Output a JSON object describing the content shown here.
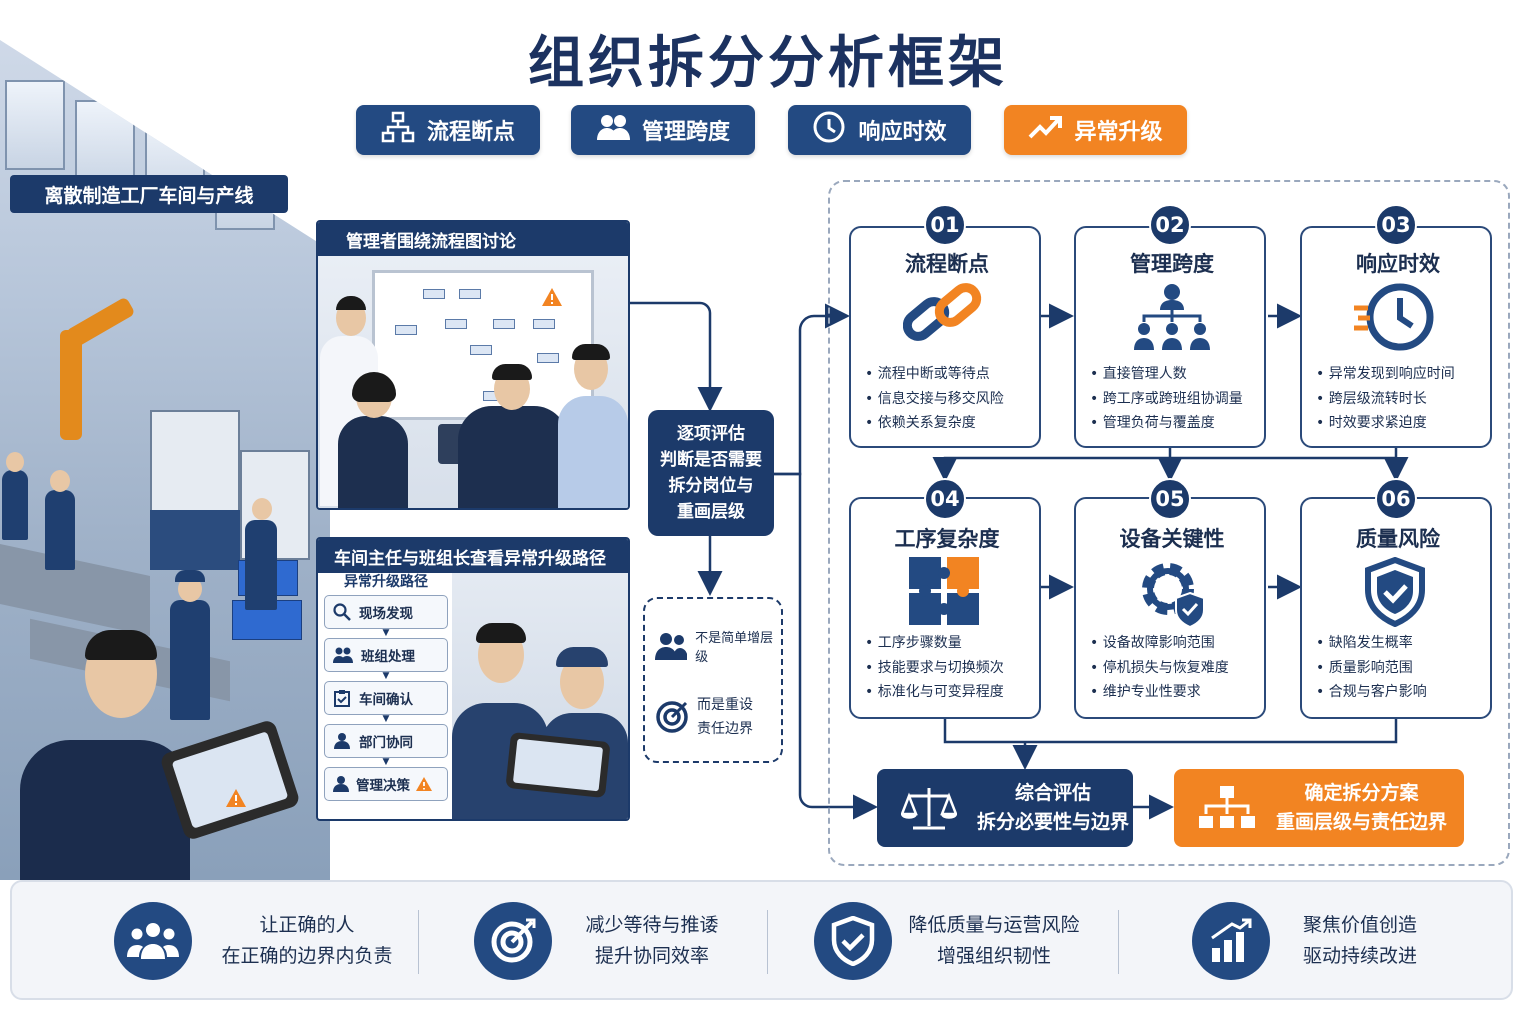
{
  "title": "组织拆分分析框架",
  "tags": [
    {
      "label": "流程断点",
      "icon": "flowchart-icon",
      "color": "#234a82"
    },
    {
      "label": "管理跨度",
      "icon": "people-icon",
      "color": "#234a82"
    },
    {
      "label": "响应时效",
      "icon": "clock-icon",
      "color": "#234a82"
    },
    {
      "label": "异常升级",
      "icon": "trend-up-icon",
      "color": "#f28422"
    }
  ],
  "factory_label": "离散制造工厂车间与产线",
  "meeting_panel": {
    "title": "管理者围绕流程图讨论"
  },
  "escalation_panel": {
    "title": "车间主任与班组长查看异常升级路径",
    "list_title": "异常升级路径",
    "items": [
      {
        "label": "现场发现",
        "icon": "search-icon"
      },
      {
        "label": "班组处理",
        "icon": "people-icon"
      },
      {
        "label": "车间确认",
        "icon": "clipboard-icon"
      },
      {
        "label": "部门协同",
        "icon": "user-icon"
      },
      {
        "label": "管理决策",
        "icon": "manager-icon"
      }
    ]
  },
  "decision": {
    "lines": [
      "逐项评估",
      "判断是否需要",
      "拆分岗位与",
      "重画层级"
    ]
  },
  "note": {
    "item1": "不是简单增层级",
    "item2_line1": "而是重设",
    "item2_line2": "责任边界"
  },
  "cards": [
    {
      "num": "01",
      "title": "流程断点",
      "icon": "chain-link-icon",
      "bullets": [
        "流程中断或等待点",
        "信息交接与移交风险",
        "依赖关系复杂度"
      ]
    },
    {
      "num": "02",
      "title": "管理跨度",
      "icon": "org-chart-icon",
      "bullets": [
        "直接管理人数",
        "跨工序或跨班组协调量",
        "管理负荷与覆盖度"
      ]
    },
    {
      "num": "03",
      "title": "响应时效",
      "icon": "clock-icon",
      "bullets": [
        "异常发现到响应时间",
        "跨层级流转时长",
        "时效要求紧迫度"
      ]
    },
    {
      "num": "04",
      "title": "工序复杂度",
      "icon": "puzzle-icon",
      "bullets": [
        "工序步骤数量",
        "技能要求与切换频次",
        "标准化与可变异程度"
      ]
    },
    {
      "num": "05",
      "title": "设备关键性",
      "icon": "gear-shield-icon",
      "bullets": [
        "设备故障影响范围",
        "停机损失与恢复难度",
        "维护专业性要求"
      ]
    },
    {
      "num": "06",
      "title": "质量风险",
      "icon": "shield-check-icon",
      "bullets": [
        "缺陷发生概率",
        "质量影响范围",
        "合规与客户影响"
      ]
    }
  ],
  "assess": {
    "line1": "综合评估",
    "line2": "拆分必要性与边界"
  },
  "plan": {
    "line1": "确定拆分方案",
    "line2": "重画层级与责任边界"
  },
  "footer": [
    {
      "line1": "让正确的人",
      "line2": "在正确的边界内负责",
      "icon": "team-icon"
    },
    {
      "line1": "减少等待与推诿",
      "line2": "提升协同效率",
      "icon": "target-icon"
    },
    {
      "line1": "降低质量与运营风险",
      "line2": "增强组织韧性",
      "icon": "shield-check-icon"
    },
    {
      "line1": "聚焦价值创造",
      "line2": "驱动持续改进",
      "icon": "growth-chart-icon"
    }
  ],
  "colors": {
    "navy": "#1c3a6a",
    "navy_light": "#234a82",
    "orange": "#f28422"
  }
}
